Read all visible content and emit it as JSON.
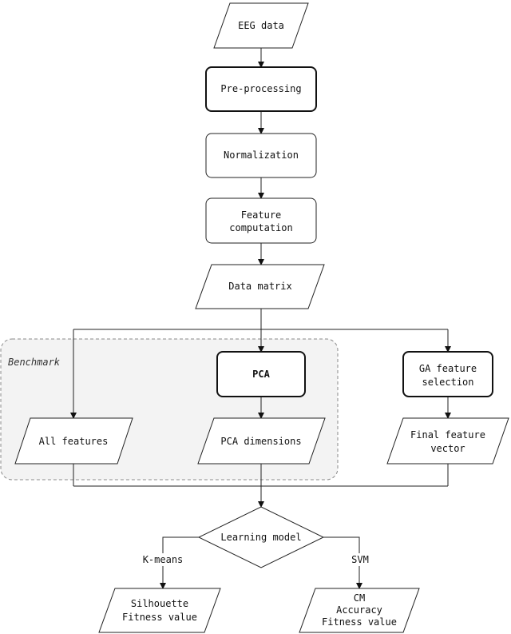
{
  "nodes": {
    "eeg_data": "EEG data",
    "pre_processing": "Pre-processing",
    "normalization": "Normalization",
    "feature_computation": [
      "Feature",
      "computation"
    ],
    "data_matrix": "Data matrix",
    "pca": "PCA",
    "ga_feature_selection": [
      "GA feature",
      "selection"
    ],
    "all_features": "All features",
    "pca_dimensions": "PCA dimensions",
    "final_feature_vector": [
      "Final feature",
      "vector"
    ],
    "learning_model": "Learning model",
    "silhouette": [
      "Silhouette",
      "Fitness value"
    ],
    "cm_accuracy": [
      "CM",
      "Accuracy",
      "Fitness value"
    ]
  },
  "labels": {
    "benchmark": "Benchmark",
    "kmeans": "K-means",
    "svm": "SVM"
  }
}
